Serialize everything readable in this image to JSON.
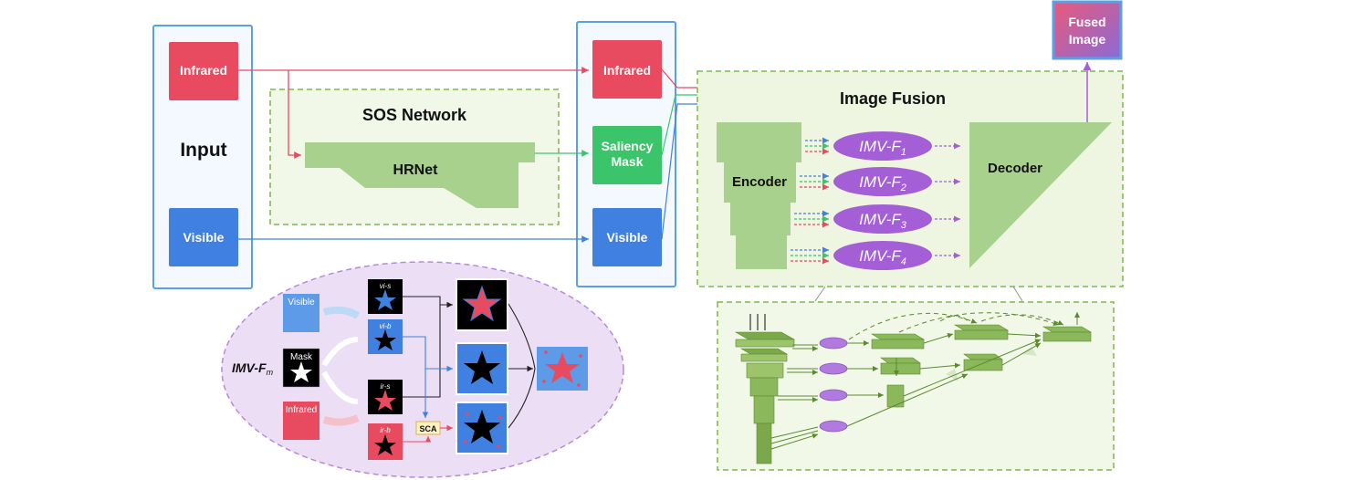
{
  "input": {
    "title": "Input",
    "infrared": "Infrared",
    "visible": "Visible"
  },
  "sos": {
    "title": "SOS Network",
    "hrnet": "HRNet"
  },
  "middle": {
    "infrared": "Infrared",
    "saliency": [
      "Saliency",
      "Mask"
    ],
    "visible": "Visible"
  },
  "fusion": {
    "title": "Image Fusion",
    "encoder": "Encoder",
    "decoder": "Decoder",
    "imv": [
      {
        "base": "IMV-F",
        "sub": "1"
      },
      {
        "base": "IMV-F",
        "sub": "2"
      },
      {
        "base": "IMV-F",
        "sub": "3"
      },
      {
        "base": "IMV-F",
        "sub": "4"
      }
    ]
  },
  "output": {
    "label": [
      "Fused",
      "Image"
    ]
  },
  "imv_detail": {
    "title_base": "IMV-F",
    "title_sub": "m",
    "visible": "Visible",
    "mask": "Mask",
    "infrared": "Infrared",
    "tags": {
      "vis": "vi-s",
      "vib": "vi-b",
      "irs": "ir-s",
      "irb": "ir-b"
    },
    "sca": "SCA"
  },
  "colors": {
    "infrared": "#e84a5f",
    "visible": "#3f80e0",
    "saliency": "#3cc46a",
    "hrnet": "#a9d18e",
    "fusion_bg": "#eef6e2",
    "ellipse_bg": "#ecdff5",
    "imv": "#a55fd6",
    "panel_border": "#5aa0e8"
  }
}
